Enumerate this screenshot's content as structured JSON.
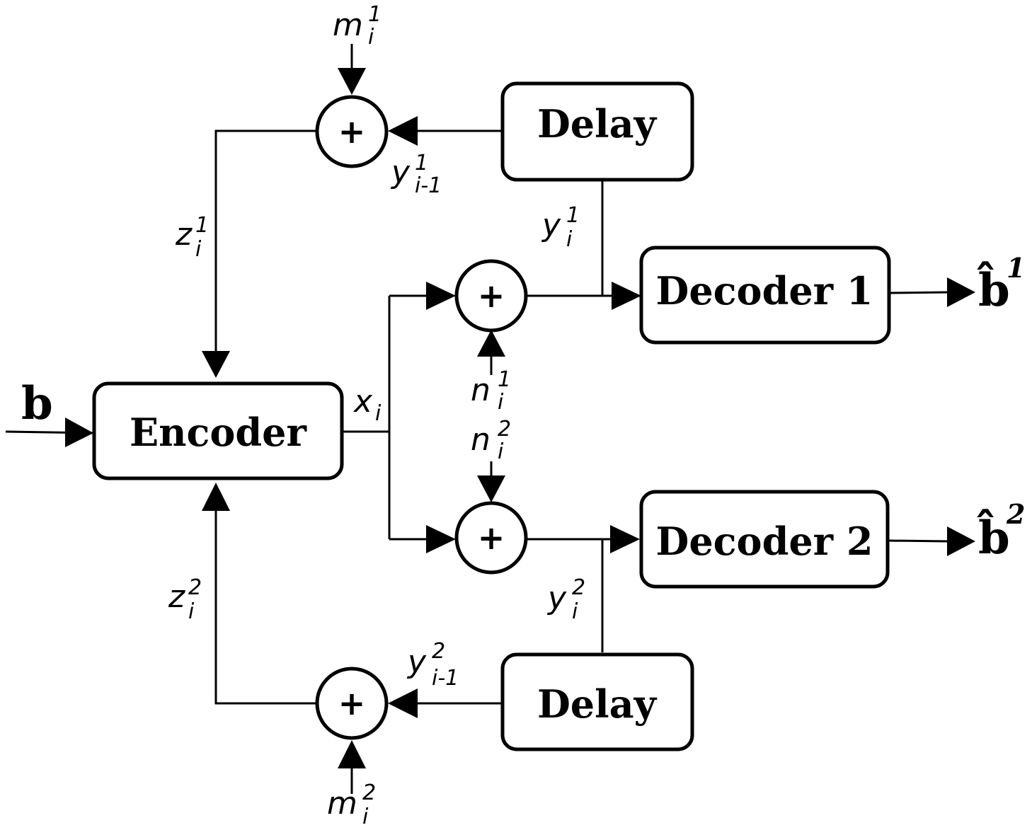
{
  "blocks": {
    "encoder": "Encoder",
    "decoder1": "Decoder 1",
    "decoder2": "Decoder 2",
    "delay_top": "Delay",
    "delay_bottom": "Delay"
  },
  "adder_symbol": "+",
  "signals": {
    "input": "b",
    "x": {
      "base": "x",
      "sub": "i"
    },
    "z1": {
      "base": "z",
      "sup": "1",
      "sub": "i"
    },
    "z2": {
      "base": "z",
      "sup": "2",
      "sub": "i"
    },
    "m1": {
      "base": "m",
      "sup": "1",
      "sub": "i"
    },
    "m2": {
      "base": "m",
      "sup": "2",
      "sub": "i"
    },
    "n1": {
      "base": "n",
      "sup": "1",
      "sub": "i"
    },
    "n2": {
      "base": "n",
      "sup": "2",
      "sub": "i"
    },
    "y1": {
      "base": "y",
      "sup": "1",
      "sub": "i"
    },
    "y2": {
      "base": "y",
      "sup": "2",
      "sub": "i"
    },
    "y1_prev": {
      "base": "y",
      "sup": "1",
      "sub": "i-1"
    },
    "y2_prev": {
      "base": "y",
      "sup": "2",
      "sub": "i-1"
    },
    "out1": {
      "base": "b̂",
      "sup": "1"
    },
    "out2": {
      "base": "b̂",
      "sup": "2"
    }
  }
}
